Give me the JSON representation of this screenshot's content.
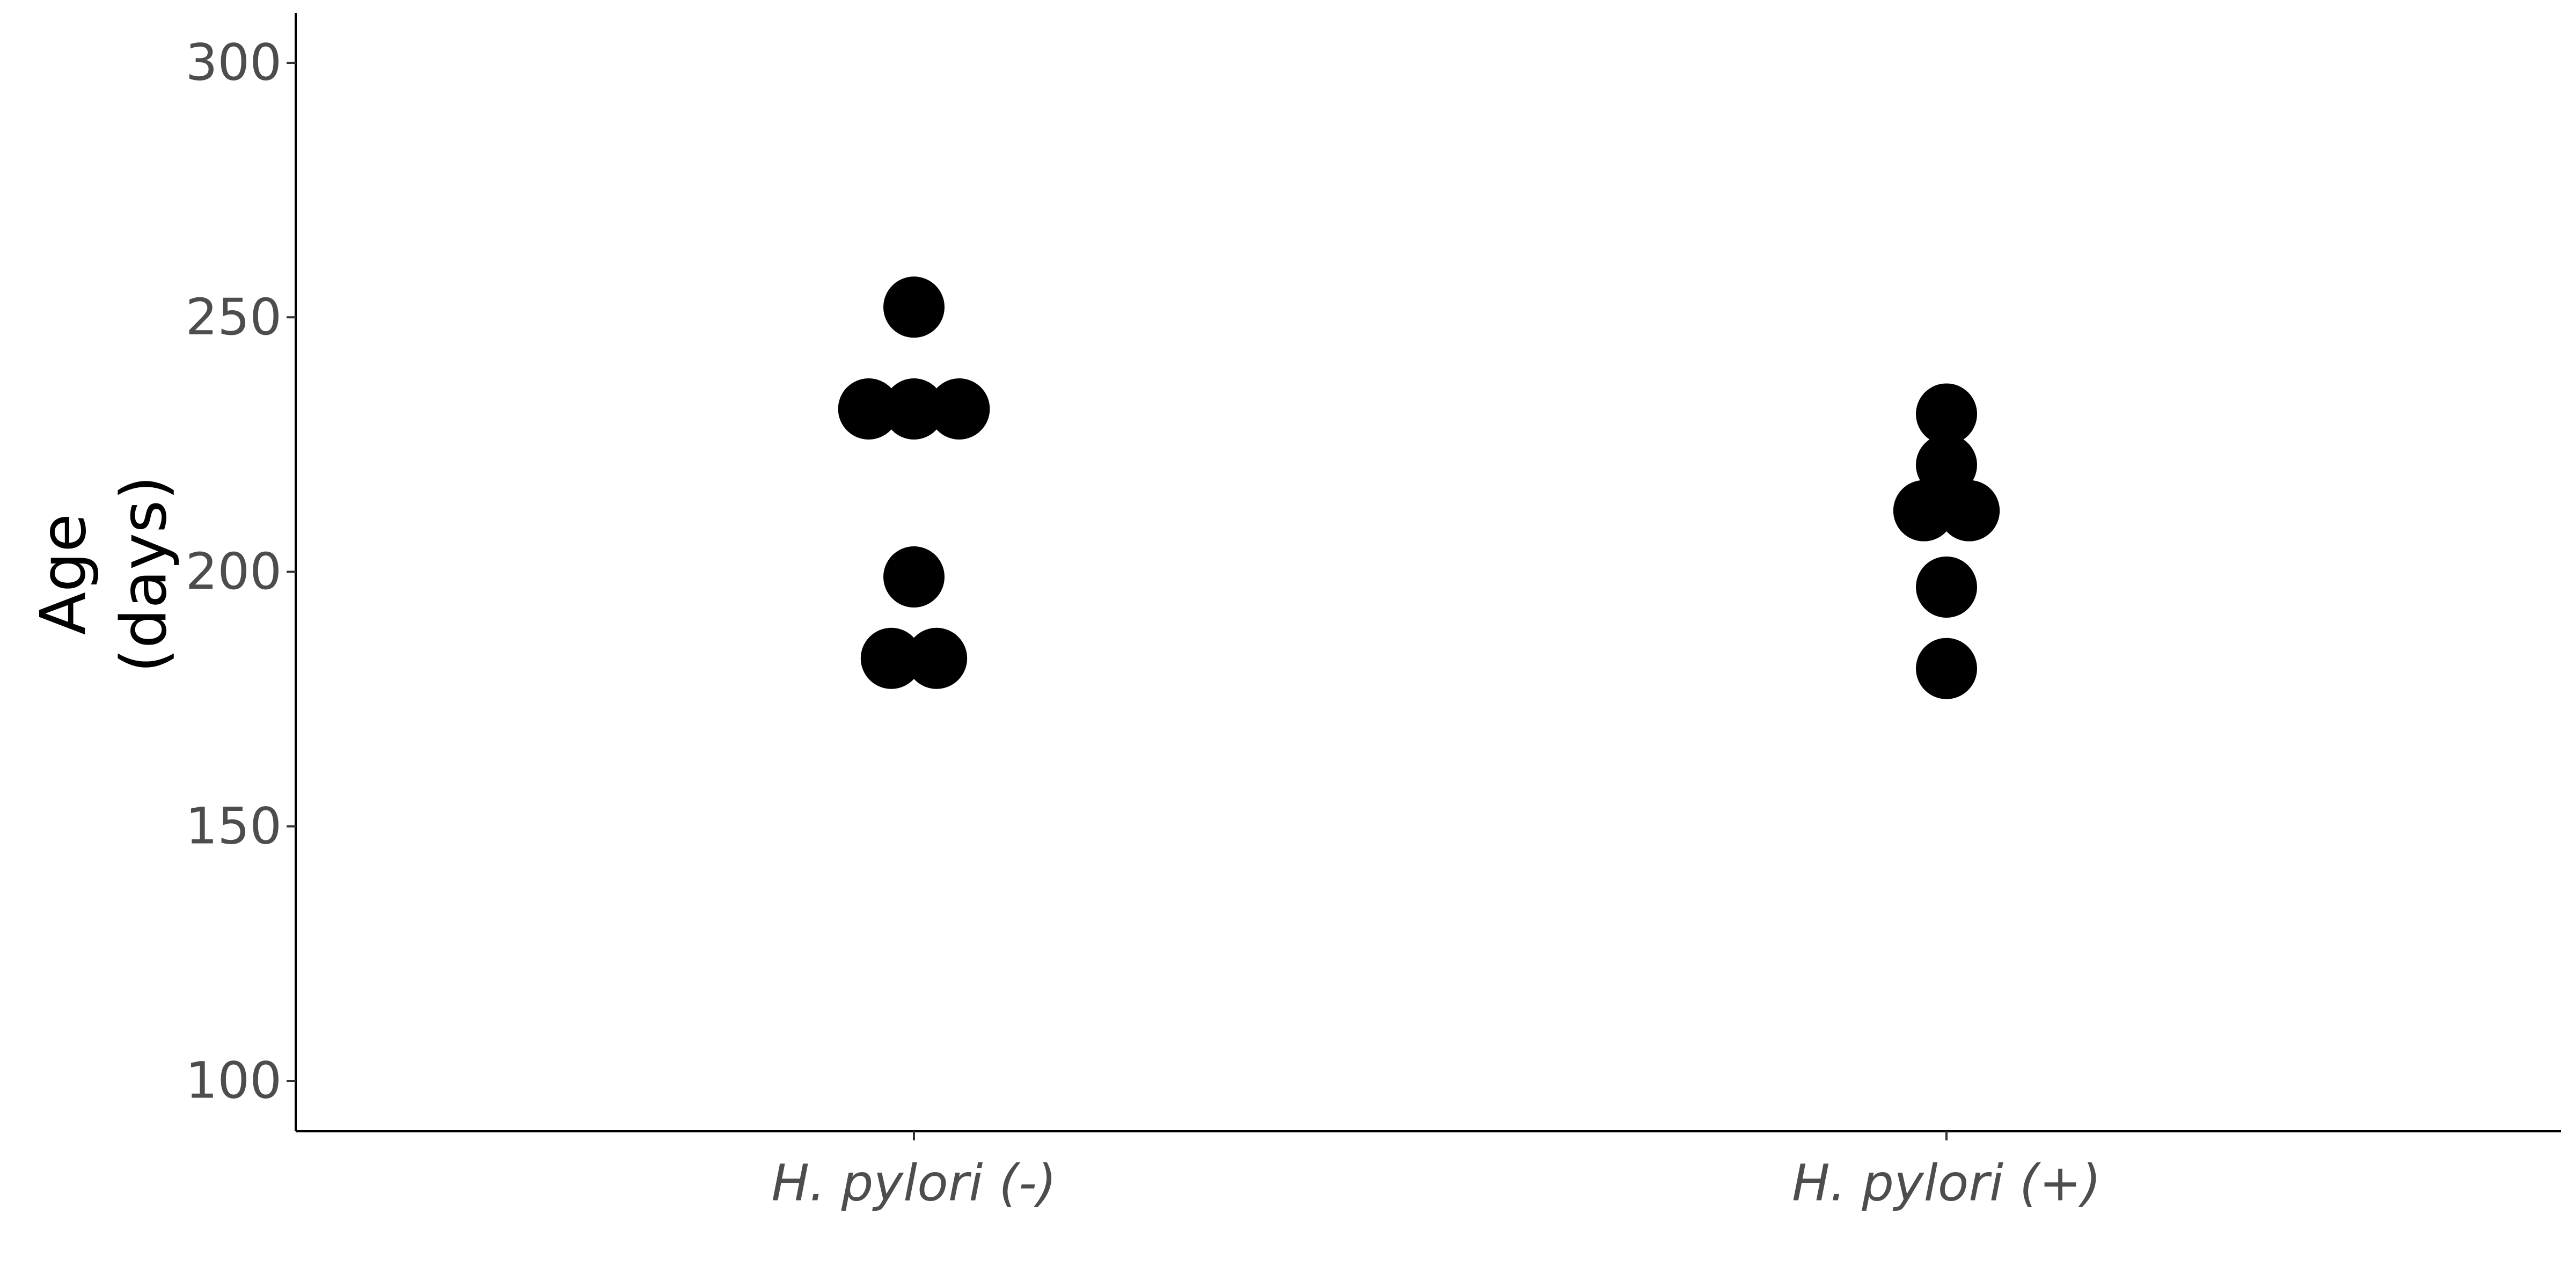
{
  "chart_data": {
    "type": "scatter",
    "subtype": "dotplot",
    "title": "",
    "xlabel": "",
    "ylabel_lines": [
      "Age",
      "(days)"
    ],
    "categories": [
      "H. pylori (-)",
      "H. pylori (+)"
    ],
    "ylim": [
      90,
      310
    ],
    "yticks": [
      100,
      150,
      200,
      250,
      300
    ],
    "grid": false,
    "legend": "none",
    "point_color": "#000000",
    "axis_color": "#000000",
    "tick_label_color": "#4d4d4d",
    "series": [
      {
        "category": "H. pylori (-)",
        "values": [
          252,
          232,
          232,
          232,
          199,
          183,
          183
        ]
      },
      {
        "category": "H. pylori (+)",
        "values": [
          231,
          221,
          212,
          212,
          197,
          181
        ]
      }
    ]
  }
}
